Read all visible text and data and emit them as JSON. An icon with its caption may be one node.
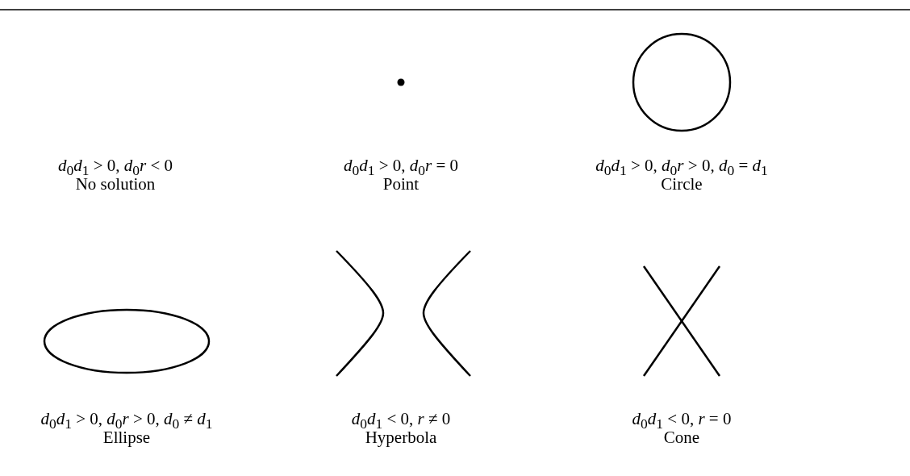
{
  "diagram": {
    "labels": [
      "*d*$_{0}$*d*$_{1}$ > 0, *d*$_{0}$*r* < 0",
      "No solution",
      "*d*$_{0}$*d*$_{1}$ > 0, *d*$_{0}$*r* = 0",
      "Point",
      "*d*$_{0}$*d*$_{1}$ > 0, *d*$_{0}$*r* > 0, *d*$_{0}$ = *d*$_{1}$",
      "Circle",
      "*d*$_{0}$*d*$_{1}$ > 0, *d*$_{0}$*r* > 0, *d*$_{0}$ ≠ *d*$_{1}$",
      "Ellipse",
      "*d*$_{0}$*d*$_{1}$ < 0, *r* ≠ 0",
      "Hyperbola",
      "*d*$_{0}$*d*$_{1}$ < 0, *r* = 0",
      "Cone"
    ]
  }
}
